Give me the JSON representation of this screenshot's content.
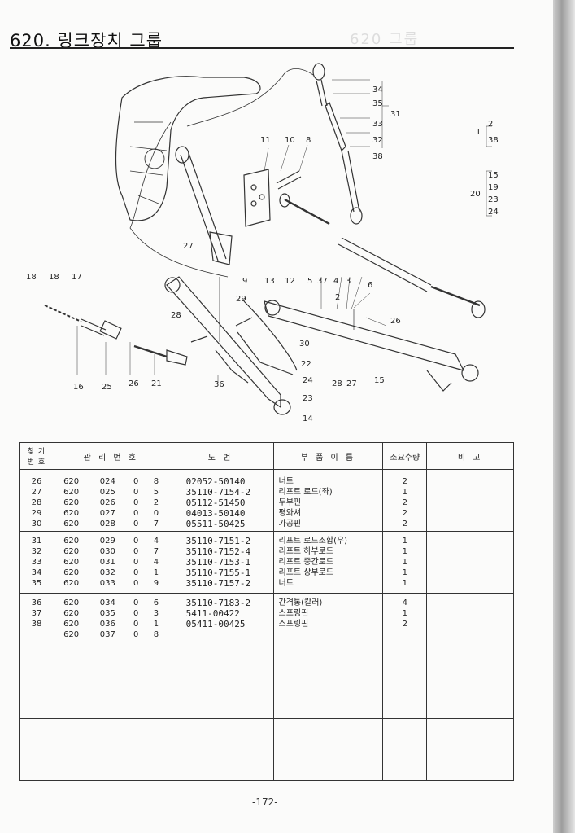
{
  "header": {
    "title": "620. 링크장치 그룹"
  },
  "diagram": {
    "callouts": [
      "34",
      "35",
      "31",
      "33",
      "32",
      "38",
      "2",
      "1",
      "38",
      "15",
      "19",
      "23",
      "24",
      "20",
      "11",
      "10",
      "8",
      "27",
      "12",
      "13",
      "5",
      "37",
      "4",
      "3",
      "6",
      "2",
      "9",
      "18",
      "18",
      "17",
      "29",
      "28",
      "26",
      "30",
      "22",
      "24",
      "23",
      "14",
      "16",
      "25",
      "26",
      "21",
      "36",
      "28",
      "27",
      "15"
    ]
  },
  "table": {
    "headers": {
      "find_no": "찾 기\n번 호",
      "mgmt_no": "관 리 번 호",
      "drawing_no": "도   번",
      "part_name": "부 품 이 름",
      "qty": "소요수량",
      "remarks": "비   고"
    },
    "groups": [
      {
        "rows": [
          {
            "no": "26",
            "a": "620",
            "b": "024",
            "c": "0",
            "d": "8",
            "drawing": "02052-50140",
            "name": "너트",
            "qty": "2"
          },
          {
            "no": "27",
            "a": "620",
            "b": "025",
            "c": "0",
            "d": "5",
            "drawing": "35110-7154-2",
            "name": "리프트 로드(좌)",
            "qty": "1"
          },
          {
            "no": "28",
            "a": "620",
            "b": "026",
            "c": "0",
            "d": "2",
            "drawing": "05112-51450",
            "name": "두부핀",
            "qty": "2"
          },
          {
            "no": "29",
            "a": "620",
            "b": "027",
            "c": "0",
            "d": "0",
            "drawing": "04013-50140",
            "name": "평와셔",
            "qty": "2"
          },
          {
            "no": "30",
            "a": "620",
            "b": "028",
            "c": "0",
            "d": "7",
            "drawing": "05511-50425",
            "name": "가공핀",
            "qty": "2"
          }
        ]
      },
      {
        "rows": [
          {
            "no": "31",
            "a": "620",
            "b": "029",
            "c": "0",
            "d": "4",
            "drawing": "35110-7151-2",
            "name": "리프트 로드조합(우)",
            "qty": "1"
          },
          {
            "no": "32",
            "a": "620",
            "b": "030",
            "c": "0",
            "d": "7",
            "drawing": "35110-7152-4",
            "name": "리프트 하부로드",
            "qty": "1"
          },
          {
            "no": "33",
            "a": "620",
            "b": "031",
            "c": "0",
            "d": "4",
            "drawing": "35110-7153-1",
            "name": "리프트 중간로드",
            "qty": "1"
          },
          {
            "no": "34",
            "a": "620",
            "b": "032",
            "c": "0",
            "d": "1",
            "drawing": "35110-7155-1",
            "name": "리프트 상부로드",
            "qty": "1"
          },
          {
            "no": "35",
            "a": "620",
            "b": "033",
            "c": "0",
            "d": "9",
            "drawing": "35110-7157-2",
            "name": "너트",
            "qty": "1"
          }
        ]
      },
      {
        "rows": [
          {
            "no": "36",
            "a": "620",
            "b": "034",
            "c": "0",
            "d": "6",
            "drawing": "35110-7183-2",
            "name": "간격통(칼러)",
            "qty": "4"
          },
          {
            "no": "37",
            "a": "620",
            "b": "035",
            "c": "0",
            "d": "3",
            "drawing": "5411-00422",
            "name": "스프링핀",
            "qty": "1"
          },
          {
            "no": "38",
            "a": "620",
            "b": "036",
            "c": "0",
            "d": "1",
            "drawing": "05411-00425",
            "name": "스프링핀",
            "qty": "2"
          },
          {
            "no": "",
            "a": "620",
            "b": "037",
            "c": "0",
            "d": "8",
            "drawing": "",
            "name": "",
            "qty": ""
          }
        ]
      }
    ]
  },
  "footer": {
    "page": "-172-"
  }
}
